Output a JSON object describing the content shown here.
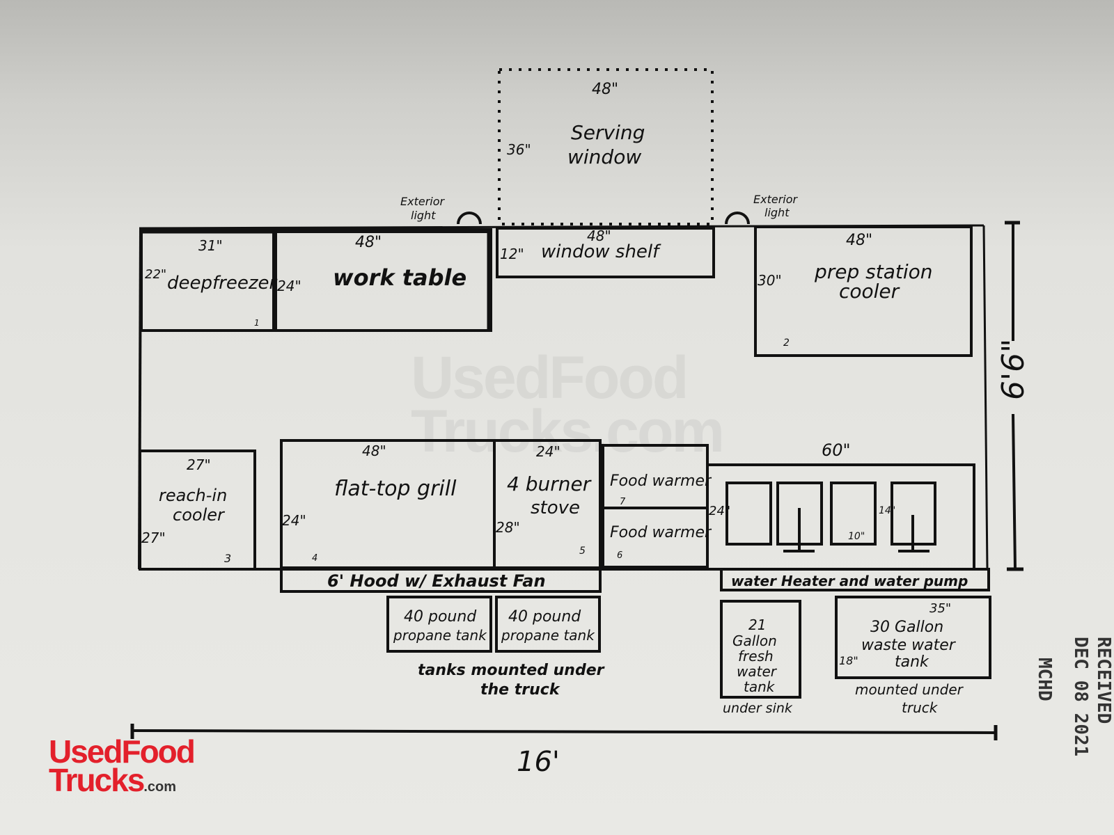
{
  "serving_window": {
    "width": "48\"",
    "depth": "36\"",
    "label_1": "Serving",
    "label_2": "window"
  },
  "exterior_light": {
    "line_1": "Exterior",
    "line_2": "light"
  },
  "deep_freezer": {
    "width": "31\"",
    "depth": "22\"",
    "label": "deepfreezer",
    "number": "1"
  },
  "work_table": {
    "width": "48\"",
    "depth": "24\"",
    "label": "work table"
  },
  "window_shelf": {
    "width": "48\"",
    "depth": "12\"",
    "label": "window shelf"
  },
  "prep_cooler": {
    "width": "48\"",
    "depth": "30\"",
    "label_1": "prep station",
    "label_2": "cooler",
    "number": "2"
  },
  "truck_width": "6'6\"",
  "truck_length": "16'",
  "reach_in": {
    "width": "27\"",
    "depth": "27\"",
    "label_1": "reach-in",
    "label_2": "cooler",
    "number": "3"
  },
  "grill": {
    "width": "48\"",
    "depth": "24\"",
    "label": "flat-top grill",
    "number": "4"
  },
  "stove": {
    "width": "24\"",
    "depth": "28\"",
    "label_1": "4 burner",
    "label_2": "stove",
    "number": "5"
  },
  "warmer_top": {
    "label": "Food warmer",
    "number": "7"
  },
  "warmer_bottom": {
    "label": "Food warmer",
    "number": "6"
  },
  "sink": {
    "width": "60\"",
    "depth": "24\"",
    "basin_w": "10\"",
    "basin_d": "14\""
  },
  "hood": "6' Hood w/ Exhaust Fan",
  "water_heater": "water Heater and water pump",
  "propane": {
    "line_1": "40 pound",
    "line_2": "propane tank"
  },
  "tanks_note": {
    "line_1": "tanks mounted under",
    "line_2": "the truck"
  },
  "fresh_tank": {
    "lines": [
      "21",
      "Gallon",
      "fresh",
      "water",
      "tank"
    ],
    "note": "under sink"
  },
  "waste_tank": {
    "width": "35\"",
    "depth": "18\"",
    "line_1": "30 Gallon",
    "line_2": "waste water",
    "line_3": "tank",
    "note_1": "mounted under",
    "note_2": "truck"
  },
  "stamp": {
    "received": "RECEIVED",
    "date": "DEC 08 2021",
    "dept": "MCHD"
  },
  "watermark": {
    "line_1": "UsedFood",
    "line_2": "Trucks.com"
  },
  "logo": {
    "line_1": "UsedFood",
    "line_2": "Trucks",
    "suffix": ".com"
  }
}
